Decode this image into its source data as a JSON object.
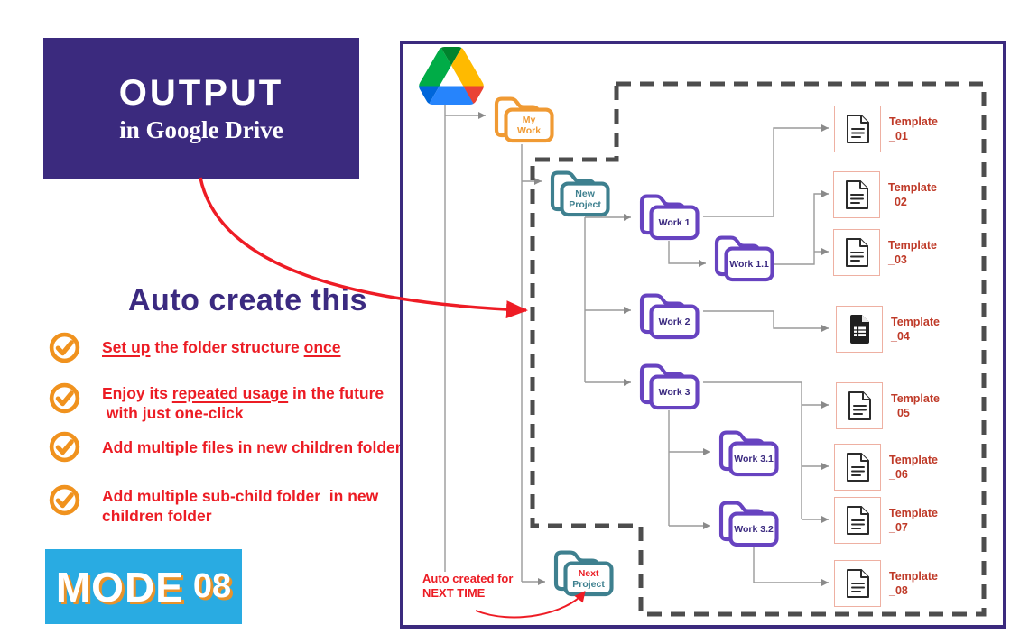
{
  "banner": {
    "title": "OUTPUT",
    "subtitle": "in Google Drive"
  },
  "heading": "Auto create this",
  "checklist": [
    {
      "segments": [
        {
          "t": "Set up",
          "u": true
        },
        {
          "t": " the folder structure ",
          "u": false
        },
        {
          "t": "once",
          "u": true
        }
      ]
    },
    {
      "segments": [
        {
          "t": "Enjoy its ",
          "u": false
        },
        {
          "t": "repeated usage",
          "u": true
        },
        {
          "t": " in the future\n with just one-click",
          "u": false
        }
      ]
    },
    {
      "segments": [
        {
          "t": "Add multiple files in new children folder",
          "u": false
        }
      ]
    },
    {
      "segments": [
        {
          "t": "Add multiple sub-child folder  in new\nchildren folder",
          "u": false
        }
      ]
    }
  ],
  "badge": {
    "word": "MODE",
    "number": "08"
  },
  "drive": {
    "logo": "google-drive-logo",
    "folders": {
      "my_work": {
        "label": "My\nWork"
      },
      "new_project": {
        "label": "New\nProject"
      },
      "work1": {
        "label": "Work 1"
      },
      "work11": {
        "label": "Work 1.1"
      },
      "work2": {
        "label": "Work 2"
      },
      "work3": {
        "label": "Work 3"
      },
      "work31": {
        "label": "Work 3.1"
      },
      "work32": {
        "label": "Work 3.2"
      },
      "next_project": {
        "line1": "Next",
        "line2": "Project"
      }
    },
    "templates": [
      {
        "line1": "Template",
        "line2": "_01",
        "icon": "doc-icon"
      },
      {
        "line1": "Template",
        "line2": "_02",
        "icon": "doc-icon"
      },
      {
        "line1": "Template",
        "line2": "_03",
        "icon": "doc-icon"
      },
      {
        "line1": "Template",
        "line2": "_04",
        "icon": "sheet-icon"
      },
      {
        "line1": "Template",
        "line2": "_05",
        "icon": "doc-icon"
      },
      {
        "line1": "Template",
        "line2": "_06",
        "icon": "doc-icon"
      },
      {
        "line1": "Template",
        "line2": "_07",
        "icon": "doc-icon"
      },
      {
        "line1": "Template",
        "line2": "_08",
        "icon": "doc-icon"
      }
    ],
    "annotation": {
      "line1": "Auto created for",
      "line2": "NEXT TIME"
    }
  },
  "colors": {
    "accent_purple": "#3b2a7e",
    "red": "#ec1c24",
    "check_orange": "#f0921e",
    "folder_orange": "#f09a33",
    "folder_teal": "#3e808f",
    "folder_purple": "#6743c0",
    "template_label_red": "#bf3a28",
    "template_box_border": "#eeb0a2",
    "badge_blue": "#29abe2",
    "dashed_gray": "#4d4d4d",
    "line_gray": "#9a9a9a"
  }
}
